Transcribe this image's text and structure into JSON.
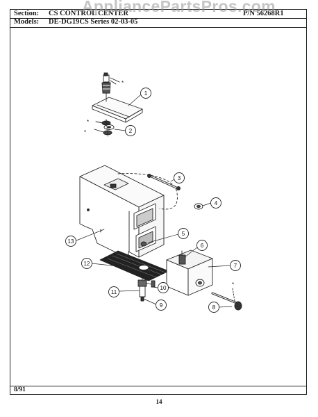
{
  "header": {
    "section_label": "Section:",
    "section_value": "CS CONTROL CENTER",
    "part_number": "P/N 56268R1",
    "models_label": "Models:",
    "models_value": "DE-DG19CS  Series 02-03-05"
  },
  "watermark": "AppliancePartsPros.com",
  "footer": {
    "date": "8/91",
    "page": "14"
  },
  "callouts": [
    "1",
    "2",
    "3",
    "4",
    "5",
    "6",
    "7",
    "8",
    "9",
    "10",
    "11",
    "12",
    "13"
  ],
  "marker": "*"
}
